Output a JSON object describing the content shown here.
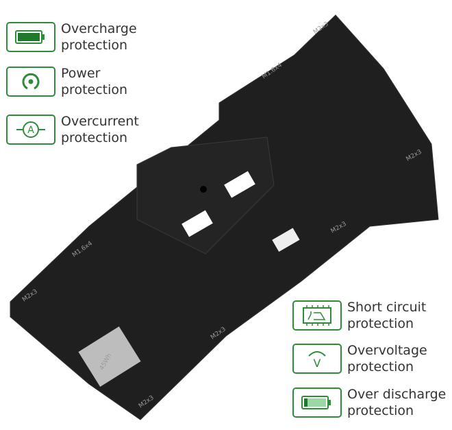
{
  "features_left": [
    {
      "line1": "Overcharge",
      "line2": "protection",
      "icon": "battery-full-icon"
    },
    {
      "line1": "Power",
      "line2": "protection",
      "icon": "power-circle-icon"
    },
    {
      "line1": "Overcurrent",
      "line2": "protection",
      "icon": "ammeter-icon"
    }
  ],
  "features_right": [
    {
      "line1": "Short circuit",
      "line2": "protection",
      "icon": "circuit-board-icon"
    },
    {
      "line1": "Overvoltage",
      "line2": "protection",
      "icon": "voltage-icon"
    },
    {
      "line1": "Over discharge",
      "line2": "protection",
      "icon": "battery-low-icon"
    }
  ],
  "battery": {
    "screw_a": "M2x3",
    "screw_b": "M1.6x4",
    "capacity": "45Wh"
  },
  "colors": {
    "accent": "#2e8b3a",
    "battery": "#1f1f1f"
  }
}
